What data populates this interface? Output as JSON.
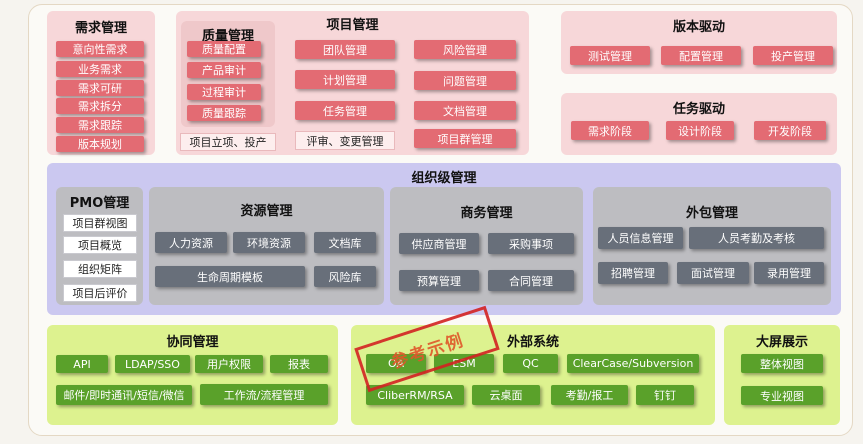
{
  "demand": {
    "title": "需求管理",
    "items": [
      "意向性需求",
      "业务需求",
      "需求可研",
      "需求拆分",
      "需求跟踪",
      "版本规划"
    ]
  },
  "quality": {
    "title": "质量管理",
    "items": [
      "质量配置",
      "产品审计",
      "过程审计",
      "质量跟踪"
    ]
  },
  "project": {
    "title": "项目管理",
    "setup": "项目立项、投产",
    "review": "评审、变更管理",
    "left_items": [
      "团队管理",
      "计划管理",
      "任务管理"
    ],
    "right_items": [
      "风险管理",
      "问题管理",
      "文档管理",
      "项目群管理"
    ]
  },
  "version": {
    "title": "版本驱动",
    "items": [
      "测试管理",
      "配置管理",
      "投产管理"
    ]
  },
  "task": {
    "title": "任务驱动",
    "items": [
      "需求阶段",
      "设计阶段",
      "开发阶段"
    ]
  },
  "org": {
    "title": "组织级管理"
  },
  "pmo": {
    "title": "PMO管理",
    "items": [
      "项目群视图",
      "项目概览",
      "组织矩阵",
      "项目后评价"
    ]
  },
  "resource": {
    "title": "资源管理",
    "items": [
      "人力资源",
      "环境资源",
      "文档库",
      "生命周期模板",
      "风险库"
    ]
  },
  "business": {
    "title": "商务管理",
    "items": [
      "供应商管理",
      "采购事项",
      "预算管理",
      "合同管理"
    ]
  },
  "outsource": {
    "title": "外包管理",
    "items": [
      "人员信息管理",
      "人员考勤及考核",
      "招聘管理",
      "面试管理",
      "录用管理"
    ]
  },
  "collab": {
    "title": "协同管理",
    "items": [
      "API",
      "LDAP/SSO",
      "用户权限",
      "报表",
      "邮件/即时通讯/短信/微信",
      "工作流/流程管理"
    ]
  },
  "external": {
    "title": "外部系统",
    "items": [
      "OA",
      "ESM",
      "QC",
      "ClearCase/Subversion",
      "CliberRM/RSA",
      "云桌面",
      "考勤/报工",
      "钉钉"
    ]
  },
  "bigscreen": {
    "title": "大屏展示",
    "items": [
      "整体视图",
      "专业视图"
    ]
  },
  "stamp": {
    "text": "参考示例"
  },
  "colors": {
    "red_button": "#e36b73",
    "slate_button": "#686f7a",
    "green_button": "#5aa12a",
    "pink_panel": "#f7d7d9",
    "purple_panel": "#cbc8f0",
    "green_panel": "#ddf28f"
  }
}
